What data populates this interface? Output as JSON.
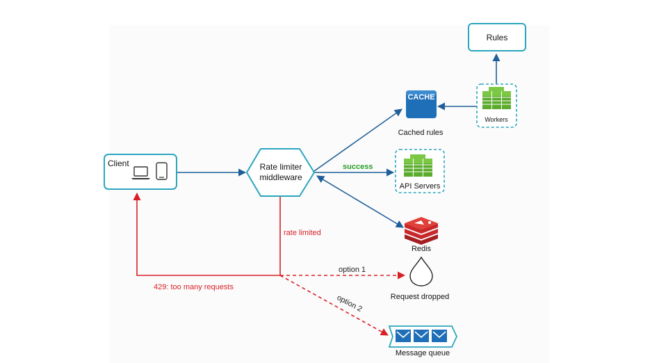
{
  "nodes": {
    "client": {
      "label": "Client"
    },
    "rate_limiter": {
      "line1": "Rate limiter",
      "line2": "middleware"
    },
    "cache": {
      "badge": "CACHE",
      "label": "Cached rules"
    },
    "rules": {
      "label": "Rules"
    },
    "workers": {
      "label": "Workers"
    },
    "api_servers": {
      "label": "API Servers"
    },
    "redis": {
      "label": "Redis"
    },
    "request_dropped": {
      "label": "Request dropped"
    },
    "message_queue": {
      "label": "Message queue"
    }
  },
  "edges": {
    "success": "success",
    "rate_limited": "rate limited",
    "too_many_requests": "429: too many requests",
    "option_1": "option 1",
    "option_2": "option 2"
  },
  "colors": {
    "teal_border": "#2aa6bd",
    "blue_arrow": "#1f5f99",
    "red": "#d81f26",
    "green_server": "#5bab2c",
    "green_text": "#2a9d2a",
    "cache_blue": "#1f6fb8",
    "redis_red": "#c8282a"
  }
}
